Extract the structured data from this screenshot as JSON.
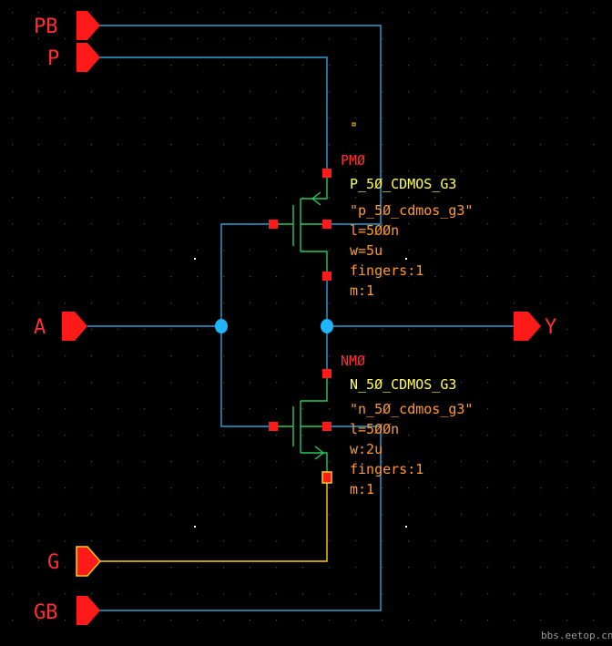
{
  "pins": {
    "pb": "PB",
    "p": "P",
    "a": "A",
    "y": "Y",
    "g": "G",
    "gb": "GB"
  },
  "pmos": {
    "instance": "PMØ",
    "cell": "P_5Ø_CDMOS_G3",
    "model": "\"p_5Ø_cdmos_g3\"",
    "length": "l=5ØØn",
    "width": "w=5u",
    "fingers": "fingers:1",
    "multiplier": "m:1"
  },
  "nmos": {
    "instance": "NMØ",
    "cell": "N_5Ø_CDMOS_G3",
    "model": "\"n_5Ø_cdmos_g3\"",
    "length": "l=5ØØn",
    "width": "w:2u",
    "fingers": "fingers:1",
    "multiplier": "m:1"
  },
  "watermark": "bbs.eetop.cn",
  "colors": {
    "background": "#000000",
    "wire": "#2f9fd8",
    "pin": "#ff1a1a",
    "device": "#27c95a",
    "junction": "#1fb6ff",
    "node": "#ff1a1a",
    "selected": "#ffd000"
  }
}
